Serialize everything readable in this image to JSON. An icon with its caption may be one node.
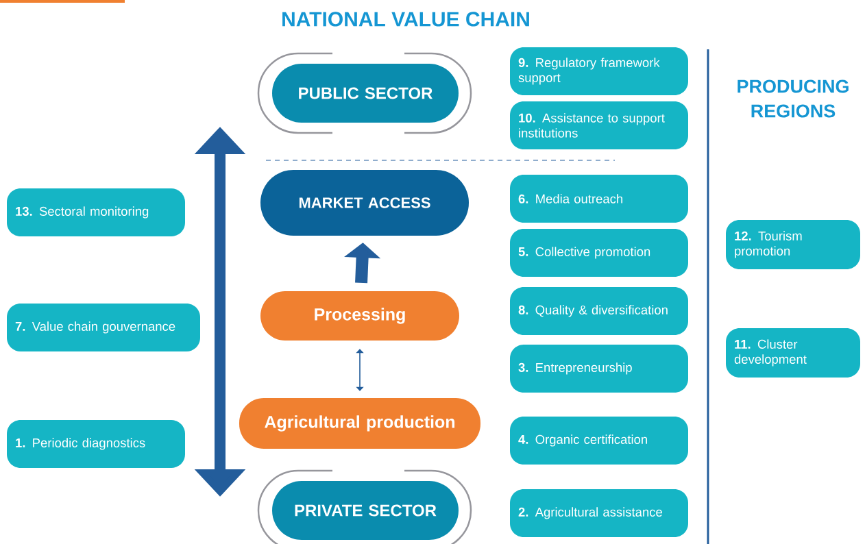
{
  "diagram": {
    "title": "NATIONAL VALUE CHAIN",
    "nodes": [
      {
        "text": [
          "PUBLIC SECTOR"
        ]
      },
      {
        "text": [
          "**9.** Regulatory framework support"
        ]
      },
      {
        "text": [
          "**10.** Assistance to support institutions"
        ]
      },
      {
        "text": [
          "MARKET ACCESS"
        ]
      },
      {
        "text": [
          "**13.** Sectoral monitoring"
        ]
      },
      {
        "text": [
          "**6.** Media outreach"
        ]
      },
      {
        "text": [
          "**12.** Tourism promotion"
        ]
      },
      {
        "text": [
          "**5.** Collective promotion"
        ]
      },
      {
        "text": [
          "Processing"
        ]
      },
      {
        "text": [
          "**7.** Value chain gouvernance"
        ]
      },
      {
        "text": [
          "**8.** Quality & diversification"
        ]
      },
      {
        "text": [
          "**11.** Cluster development"
        ]
      },
      {
        "text": [
          "**3.** Entrepreneurship"
        ]
      },
      {
        "text": [
          "Agricultural  production"
        ]
      },
      {
        "text": [
          "**1.** Periodic  diagnostics"
        ]
      },
      {
        "text": [
          "**4.** Organic certification"
        ]
      },
      {
        "text": [
          "PRIVATE SECTOR"
        ]
      },
      {
        "text": [
          "**2.** Agricultural assistance"
        ]
      }
    ],
    "edges": [
      {
        "from": 8,
        "to": 3,
        "arrow": "to",
        "style": "thick"
      },
      {
        "from": 8,
        "to": 13,
        "arrow": "both"
      }
    ],
    "labels": [
      "PRODUCING REGIONS"
    ]
  }
}
